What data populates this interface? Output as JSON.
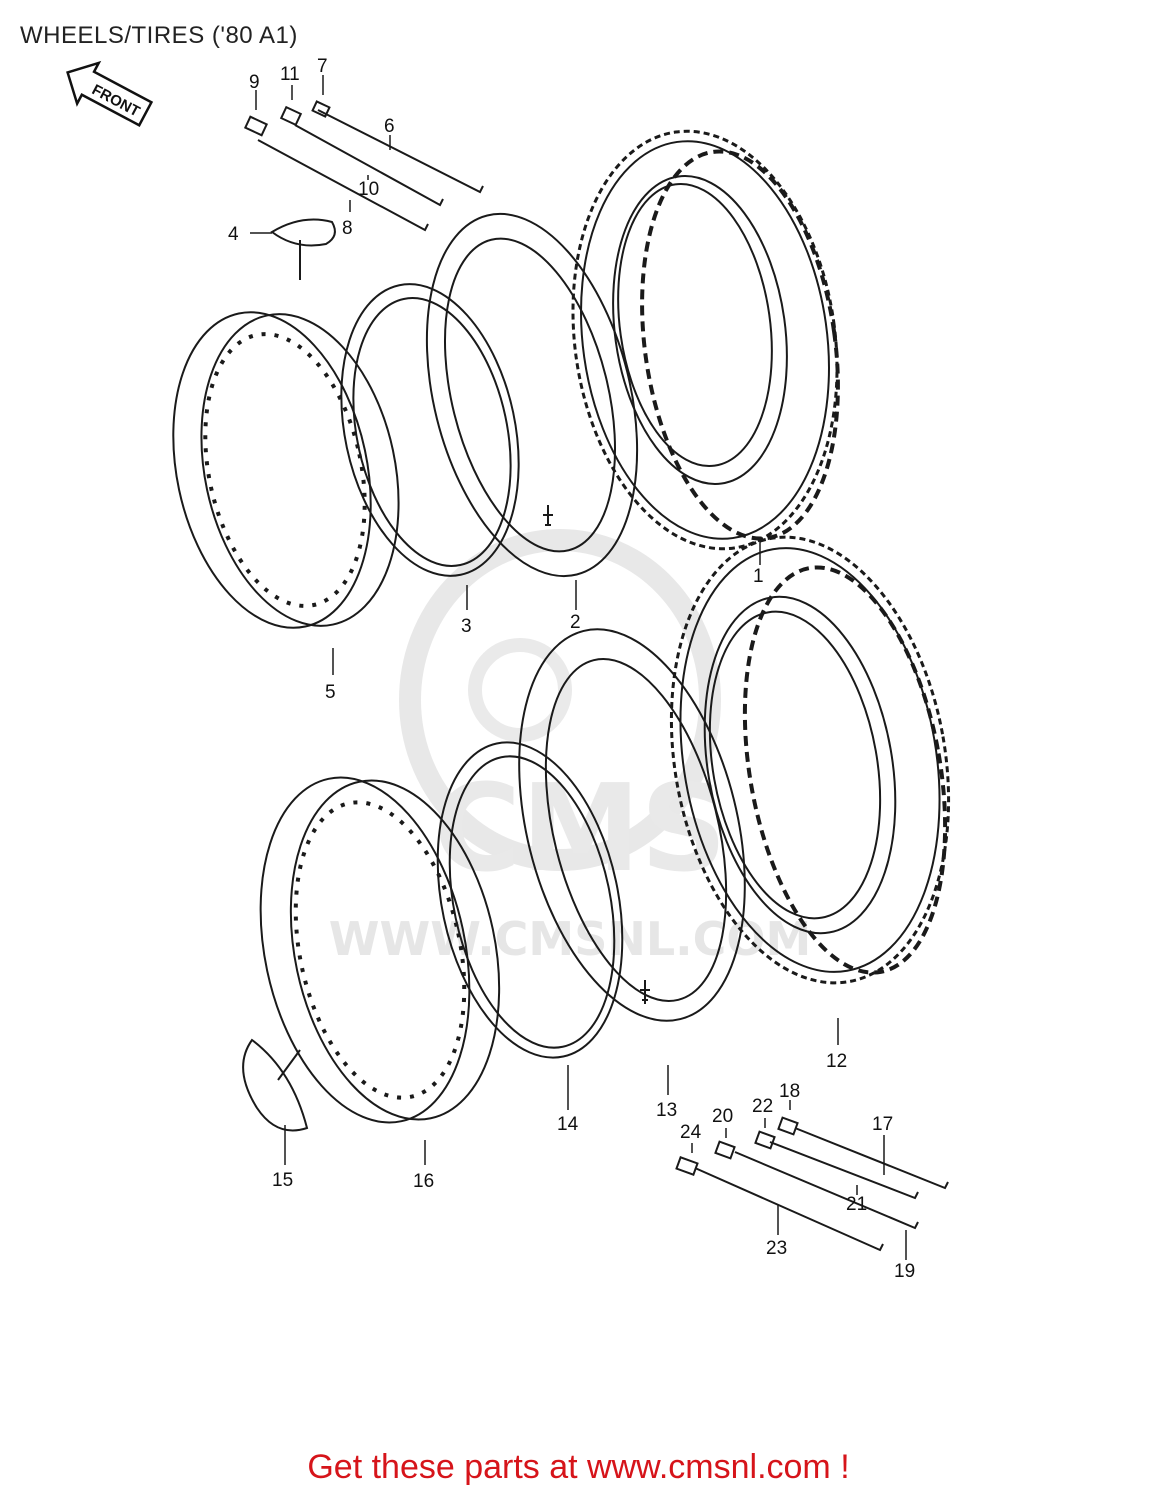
{
  "title": "WHEELS/TIRES ('80 A1)",
  "arrow_label": "FRONT",
  "watermark": {
    "brand": "CMS",
    "url": "WWW.CMSNL.COM"
  },
  "footer": "Get these parts at www.cmsnl.com !",
  "callouts": {
    "c1": "1",
    "c2": "2",
    "c3": "3",
    "c4": "4",
    "c5": "5",
    "c6": "6",
    "c7": "7",
    "c8": "8",
    "c9": "9",
    "c10": "10",
    "c11": "11",
    "c12": "12",
    "c13": "13",
    "c14": "14",
    "c15": "15",
    "c16": "16",
    "c17": "17",
    "c18": "18",
    "c19": "19",
    "c20": "20",
    "c21": "21",
    "c22": "22",
    "c23": "23",
    "c24": "24"
  },
  "colors": {
    "footer": "#d6141a",
    "line": "#1a1a1a",
    "watermark": "#e6e6e6"
  }
}
